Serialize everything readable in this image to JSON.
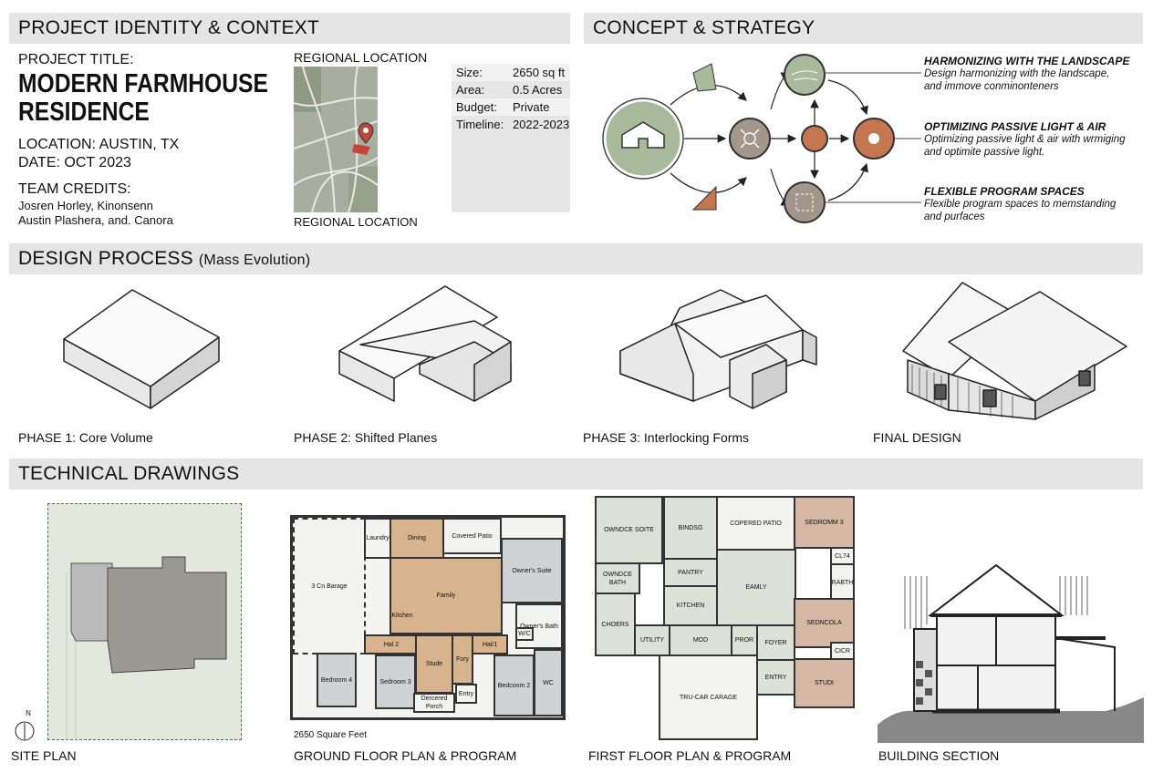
{
  "sections": {
    "identity": "PROJECT IDENTITY & CONTEXT",
    "concept": "CONCEPT & STRATEGY",
    "process": "DESIGN PROCESS",
    "process_sub": "(Mass Evolution)",
    "technical": "TECHNICAL DRAWINGS"
  },
  "project": {
    "title_label": "PROJECT TITLE:",
    "title_line1": "MODERN FARMHOUSE",
    "title_line2": "RESIDENCE",
    "location": "LOCATION: AUSTIN, TX",
    "date": "DATE: OCT 2023",
    "team_label": "TEAM CREDITS:",
    "team_line1": "Josren Horley, Kinonsenn",
    "team_line2": "Austin Plashera, and. Canora"
  },
  "map": {
    "title": "REGIONAL LOCATION",
    "caption": "REGIONAL LOCATION"
  },
  "stats": [
    {
      "k": "Size:",
      "v": "2650 sq ft"
    },
    {
      "k": "Area:",
      "v": "0.5 Acres"
    },
    {
      "k": "Budget:",
      "v": "Private"
    },
    {
      "k": "Timeline:",
      "v": "2022-2023"
    }
  ],
  "concepts": [
    {
      "title": "HARMONIZING WITH THE LANDSCAPE",
      "desc1": "Design harmonizing with the landscape,",
      "desc2": "and immove conminonteners"
    },
    {
      "title": "OPTIMIZING PASSIVE LIGHT & AIR",
      "desc1": "Optimizing passive light & air with wrmiging",
      "desc2": "and optimite passive light."
    },
    {
      "title": "FLEXIBLE PROGRAM SPACES",
      "desc1": "Flexible program spaces to memstanding",
      "desc2": "and purfaces"
    }
  ],
  "colors": {
    "green": "#a9b99b",
    "brown": "#a3968b",
    "orange": "#c47650",
    "wood": "#d8b48e"
  },
  "phases": [
    "PHASE 1: Core Volume",
    "PHASE 2: Shifted Planes",
    "PHASE 3: Interlocking Forms",
    "FINAL DESIGN"
  ],
  "drawings": {
    "site": "SITE PLAN",
    "ground": "GROUND FLOOR PLAN & PROGRAM",
    "first": "FIRST FLOOR PLAN & PROGRAM",
    "section": "BUILDING SECTION",
    "north": "N",
    "sqft": "2650 Square Feet"
  },
  "ground_rooms": [
    "3 Cn Barage",
    "Dining",
    "Covered Patio",
    "Owner's Suite",
    "Family",
    "Kitchen",
    "Hal 2",
    "Hal/1",
    "Owner's Bath",
    "Bedroom 4",
    "Sedroom 3",
    "Stude",
    "Fory",
    "Bedcoom 2",
    "WC",
    "Entry",
    "Dercered Porch",
    "Laundry",
    "W/C"
  ],
  "first_rooms": [
    "OWNDCE SOITE",
    "COPERED PATIO",
    "BINDSG",
    "PANTRY",
    "KITCHEN",
    "EAMLY",
    "SEDROMM 3",
    "SEDNCOLA",
    "STUDI",
    "CHOERS",
    "UTILITY",
    "MOD",
    "PROR",
    "FOYER",
    "ENTRY",
    "TRU-CAR CARAGE",
    "OWNDCE BATH",
    "CL74",
    "CICR",
    "RABTH"
  ]
}
